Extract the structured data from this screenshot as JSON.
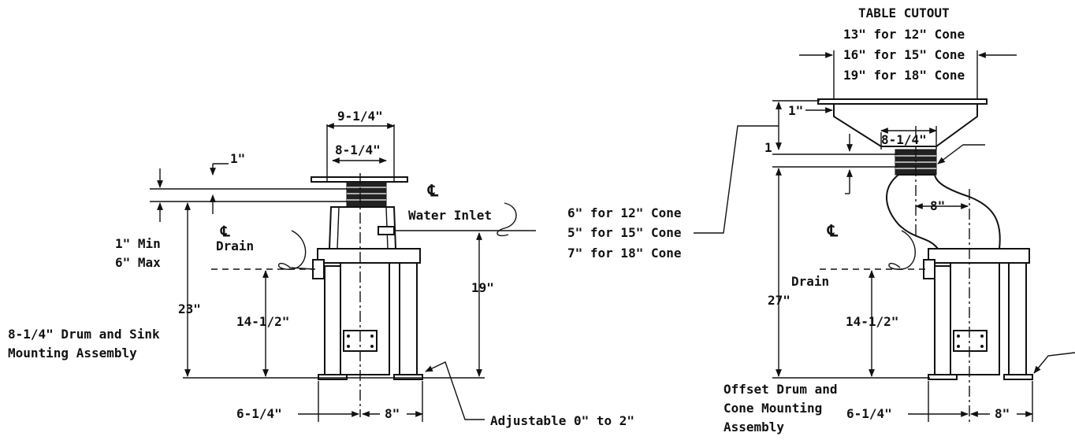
{
  "left_diagram": {
    "top_width": "9-1/4\"",
    "drum_width": "8-1/4\"",
    "flange_height": "1\"",
    "centerline_mark": "℄",
    "water_inlet": "Water Inlet",
    "drain_cl": "℄",
    "drain": "Drain",
    "min_label": "1\" Min",
    "max_label": "6\" Max",
    "overall_height": "23\"",
    "drain_height": "14-1/2\"",
    "inlet_height": "19\"",
    "assembly_line1": "8-1/4\" Drum and Sink",
    "assembly_line2": "Mounting Assembly",
    "left_offset": "6-1/4\"",
    "right_offset": "8\"",
    "adjustable": "Adjustable 0\" to 2\""
  },
  "right_diagram": {
    "table_cutout_title": "TABLE CUTOUT",
    "cutout_12": "13\" for 12\" Cone",
    "cutout_15": "16\" for 15\" Cone",
    "cutout_18": "19\" for 18\" Cone",
    "flange_height": "1\"",
    "drum_height": "1",
    "drum_width": "8-1/4\"",
    "cone_12": "6\" for 12\" Cone",
    "cone_15": "5\" for 15\" Cone",
    "cone_18": "7\" for 18\" Cone",
    "offset": "8\"",
    "centerline_mark": "℄",
    "drain": "Drain",
    "overall_height": "27\"",
    "drain_height": "14-1/2\"",
    "assembly_line1": "Offset Drum and",
    "assembly_line2": "Cone Mounting",
    "assembly_line3": "Assembly",
    "left_offset": "6-1/4\"",
    "right_offset": "8\""
  }
}
